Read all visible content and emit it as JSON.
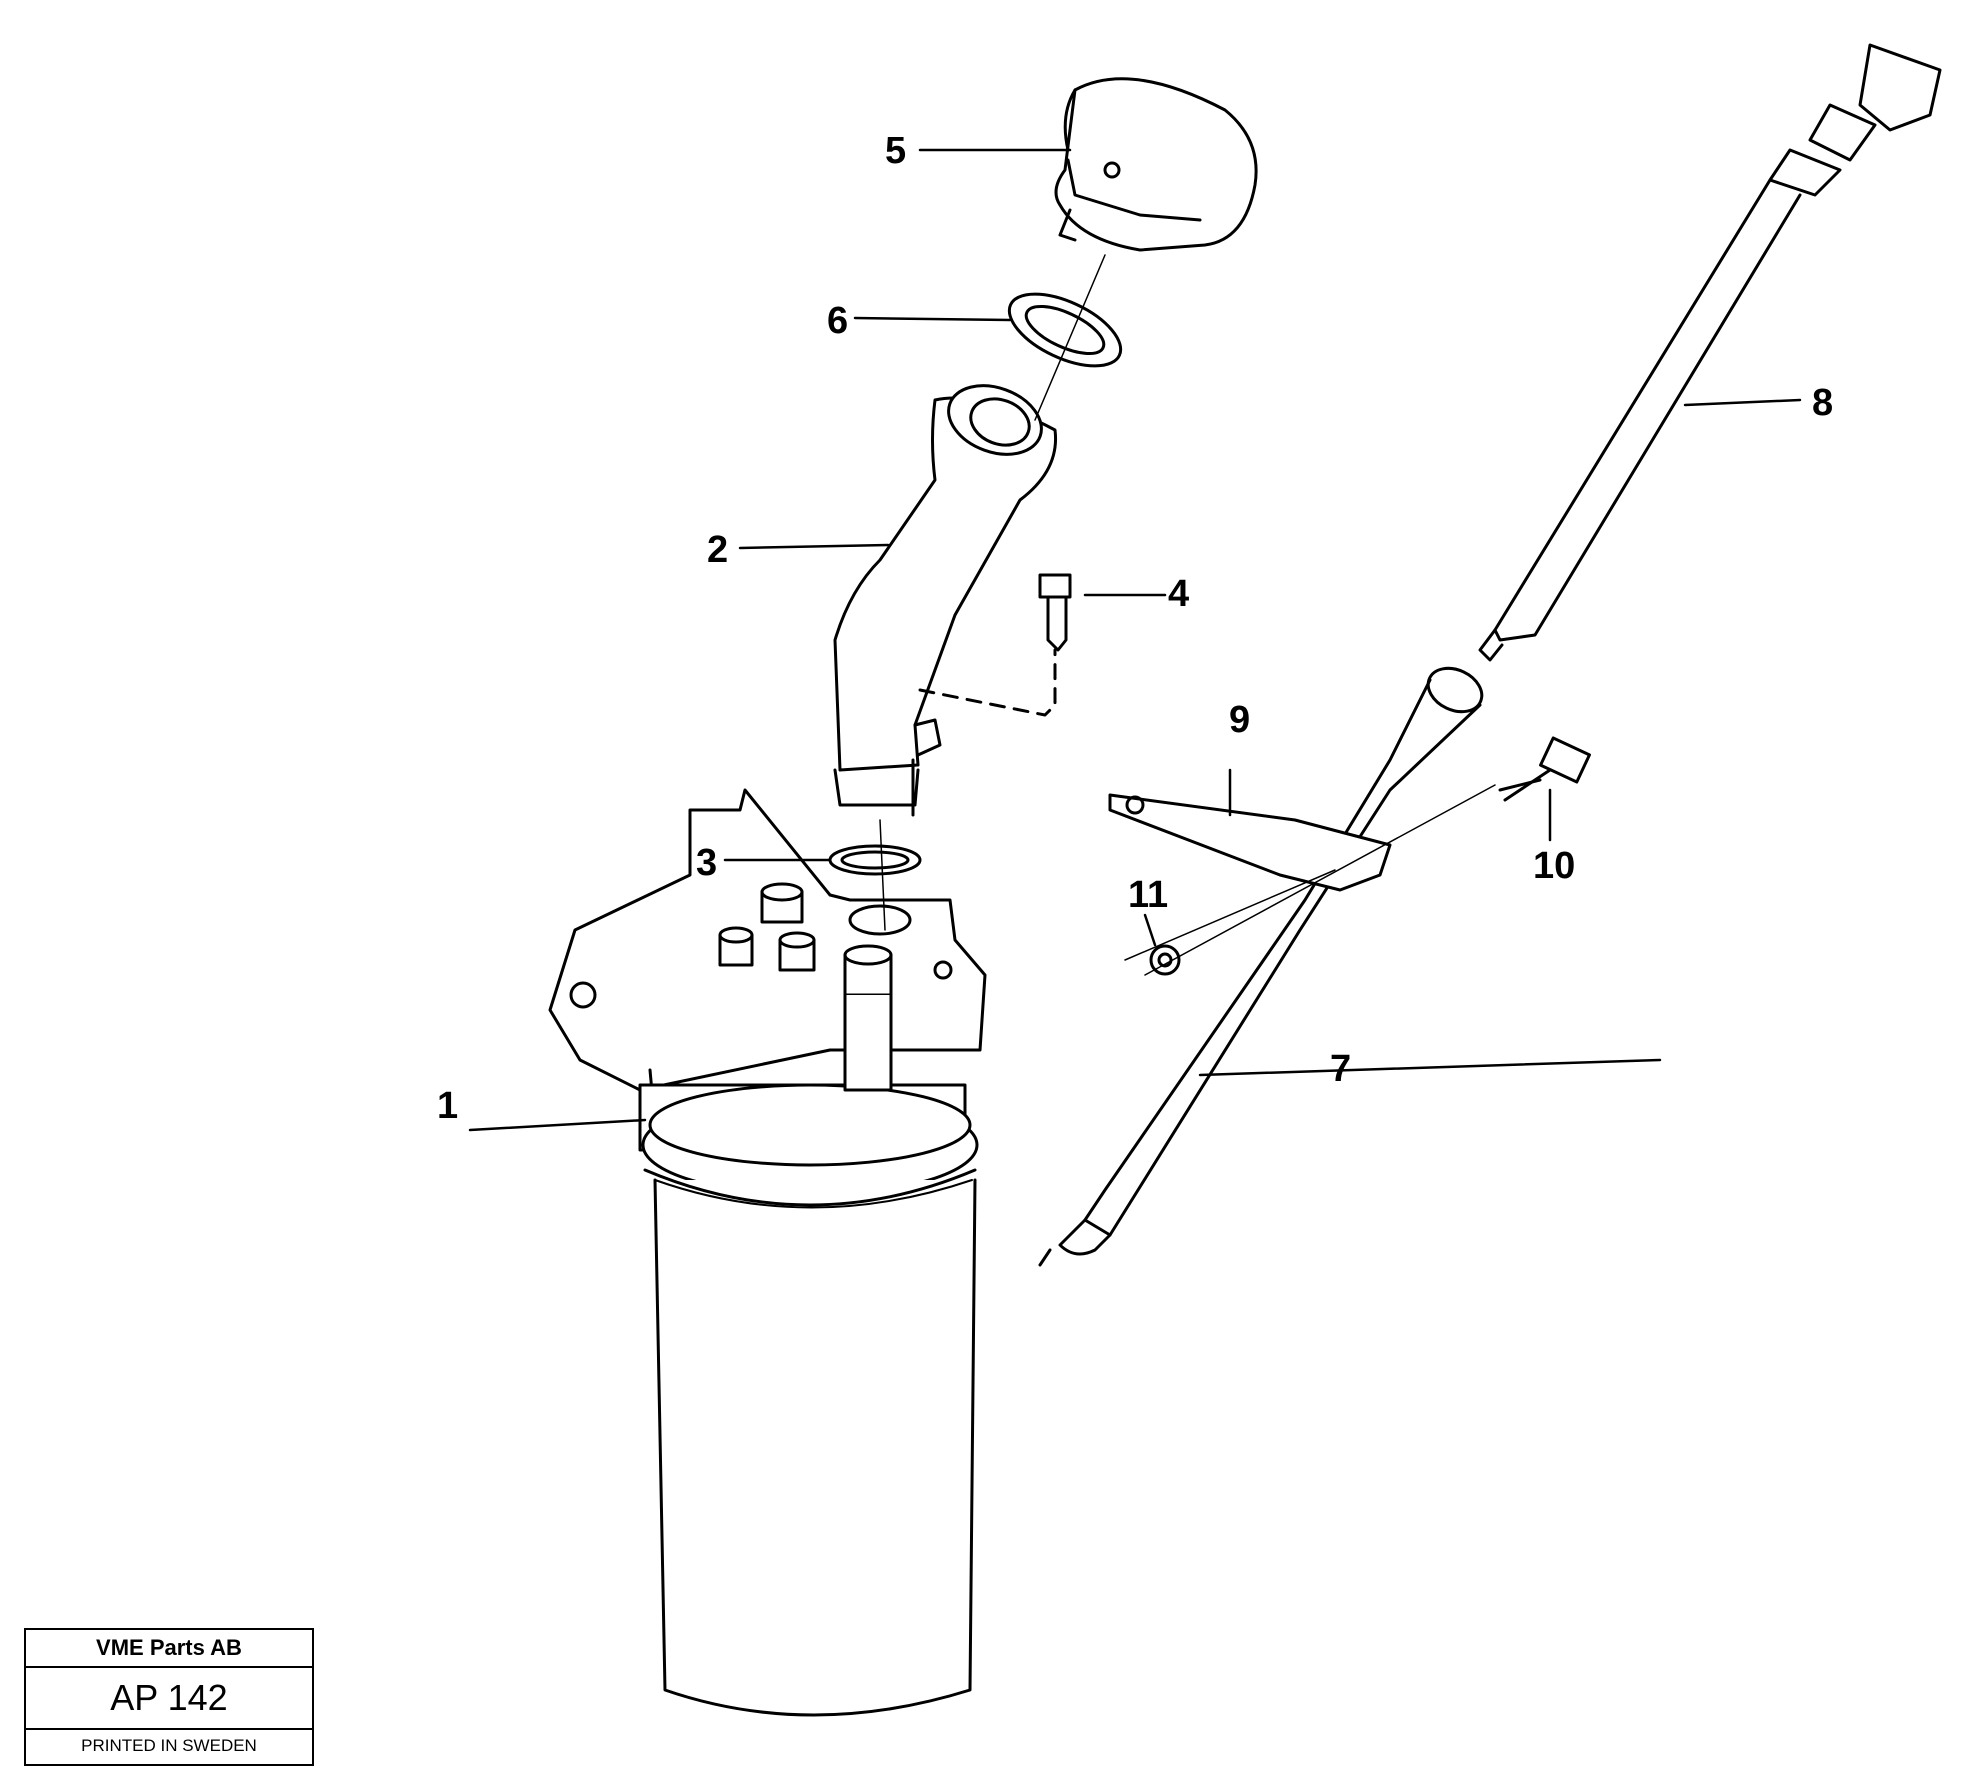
{
  "callouts": {
    "c1": "1",
    "c2": "2",
    "c3": "3",
    "c4": "4",
    "c5": "5",
    "c6": "6",
    "c7": "7",
    "c8": "8",
    "c9": "9",
    "c10": "10",
    "c11": "11"
  },
  "title_block": {
    "company": "VME Parts AB",
    "code": "AP 142",
    "printed": "PRINTED IN SWEDEN"
  }
}
